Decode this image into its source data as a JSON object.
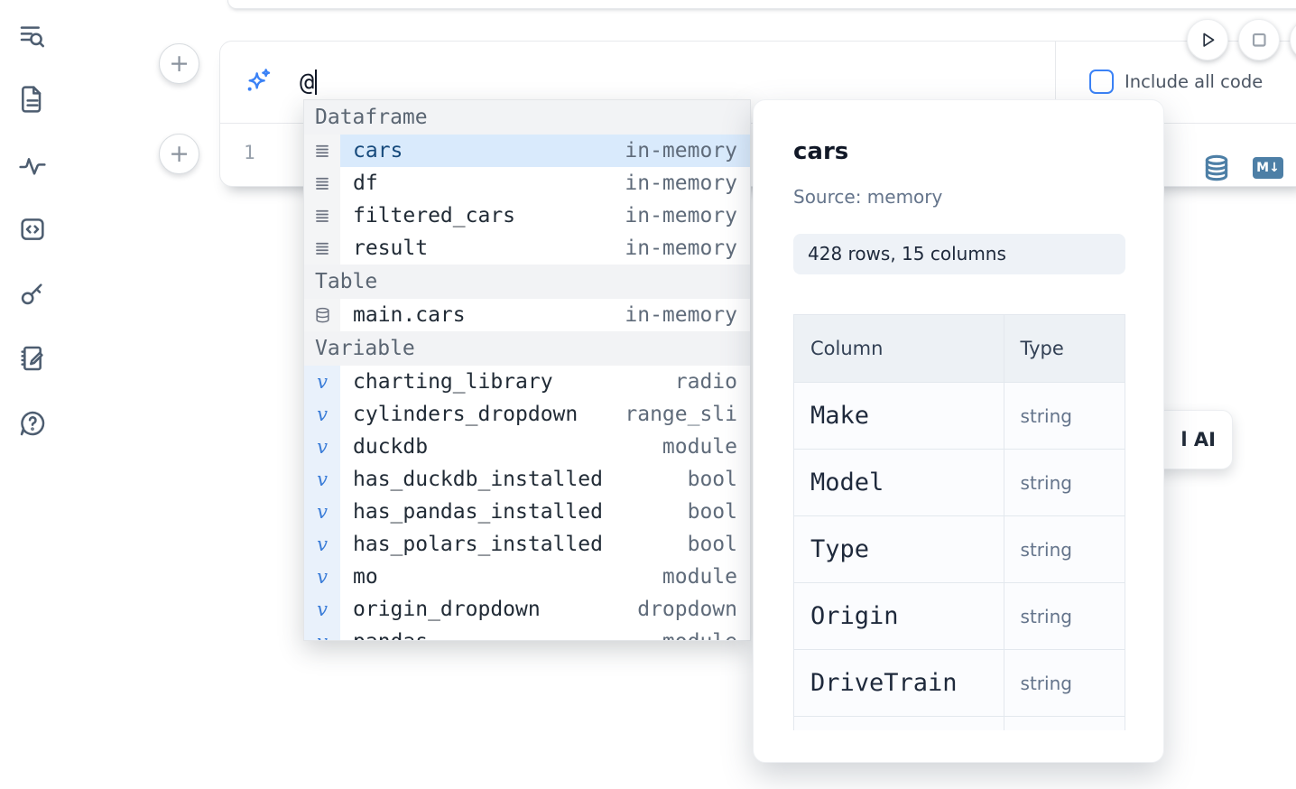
{
  "sidebar": {
    "items": [
      {
        "icon": "list-search-icon"
      },
      {
        "icon": "file-document-icon"
      },
      {
        "icon": "activity-icon"
      },
      {
        "icon": "code-snippets-icon"
      },
      {
        "icon": "key-icon"
      },
      {
        "icon": "scratchpad-icon"
      },
      {
        "icon": "help-chat-icon"
      }
    ]
  },
  "ai_panel": {
    "prompt_value": "@",
    "include_all_code_label": "Include all code",
    "add_cell_glyph": "+"
  },
  "code_cell": {
    "line_number": "1",
    "markdown_badge": "M↓"
  },
  "autocomplete": {
    "sections": [
      {
        "label": "Dataframe",
        "items": [
          {
            "name": "cars",
            "type": "in-memory",
            "icon": "rows-icon",
            "selected": true
          },
          {
            "name": "df",
            "type": "in-memory",
            "icon": "rows-icon"
          },
          {
            "name": "filtered_cars",
            "type": "in-memory",
            "icon": "rows-icon"
          },
          {
            "name": "result",
            "type": "in-memory",
            "icon": "rows-icon"
          }
        ]
      },
      {
        "label": "Table",
        "items": [
          {
            "name": "main.cars",
            "type": "in-memory",
            "icon": "database-icon"
          }
        ]
      },
      {
        "label": "Variable",
        "items": [
          {
            "name": "charting_library",
            "type": "radio",
            "icon": "variable-icon"
          },
          {
            "name": "cylinders_dropdown",
            "type": "range_sli",
            "icon": "variable-icon"
          },
          {
            "name": "duckdb",
            "type": "module",
            "icon": "variable-icon"
          },
          {
            "name": "has_duckdb_installed",
            "type": "bool",
            "icon": "variable-icon"
          },
          {
            "name": "has_pandas_installed",
            "type": "bool",
            "icon": "variable-icon"
          },
          {
            "name": "has_polars_installed",
            "type": "bool",
            "icon": "variable-icon"
          },
          {
            "name": "mo",
            "type": "module",
            "icon": "variable-icon"
          },
          {
            "name": "origin_dropdown",
            "type": "dropdown",
            "icon": "variable-icon"
          },
          {
            "name": "pandas",
            "type": "module",
            "icon": "variable-icon"
          }
        ]
      }
    ]
  },
  "preview": {
    "title": "cars",
    "source": "Source: memory",
    "shape": "428 rows, 15 columns",
    "table": {
      "headers": [
        "Column",
        "Type"
      ],
      "rows": [
        [
          "Make",
          "string"
        ],
        [
          "Model",
          "string"
        ],
        [
          "Type",
          "string"
        ],
        [
          "Origin",
          "string"
        ],
        [
          "DriveTrain",
          "string"
        ]
      ]
    }
  },
  "ai_generate_button": {
    "visible_label": "l AI"
  }
}
